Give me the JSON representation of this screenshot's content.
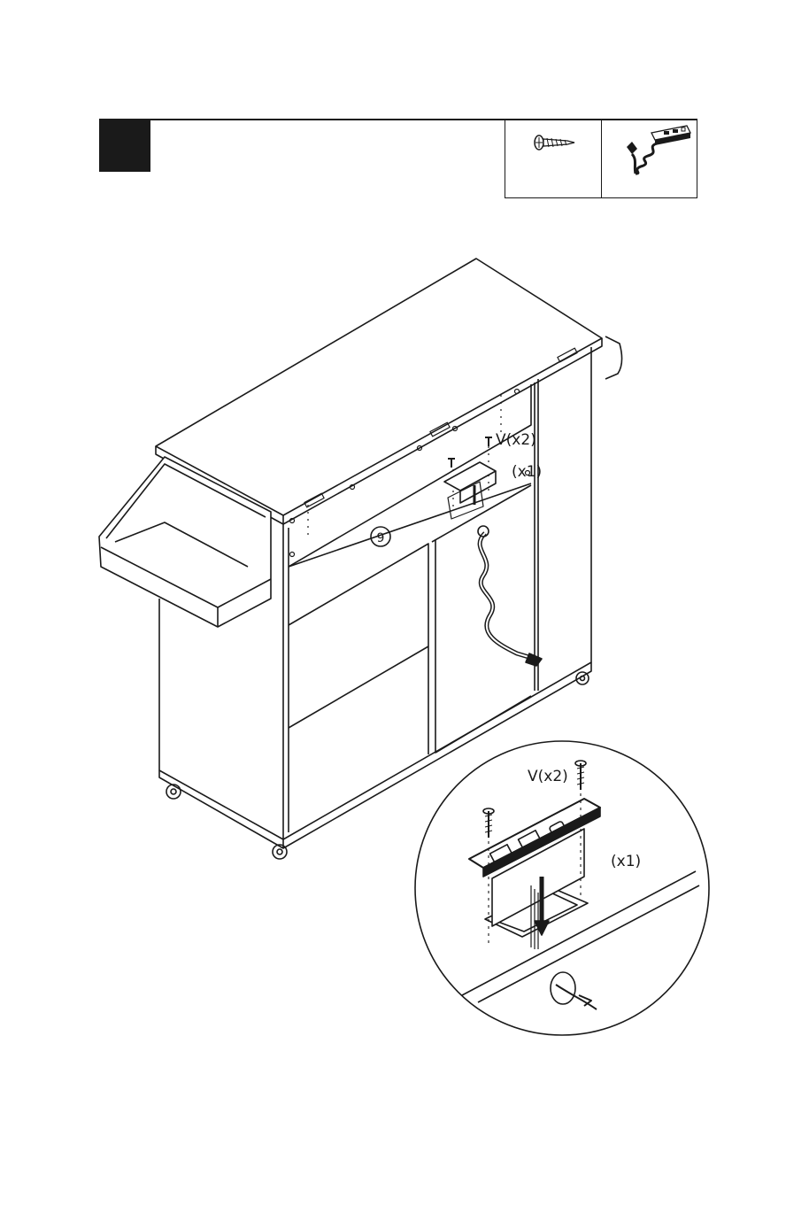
{
  "step": {
    "number": ""
  },
  "parts": [
    {
      "icon": "screw-icon"
    },
    {
      "icon": "power-outlet-icon"
    }
  ],
  "labels": {
    "screw_main": "V(x2)",
    "outlet_main": "(x1)",
    "part_main": "9",
    "screw_detail": "V(x2)",
    "outlet_detail": "(x1)"
  },
  "colors": {
    "line": "#1a1a1a",
    "background": "#ffffff"
  }
}
